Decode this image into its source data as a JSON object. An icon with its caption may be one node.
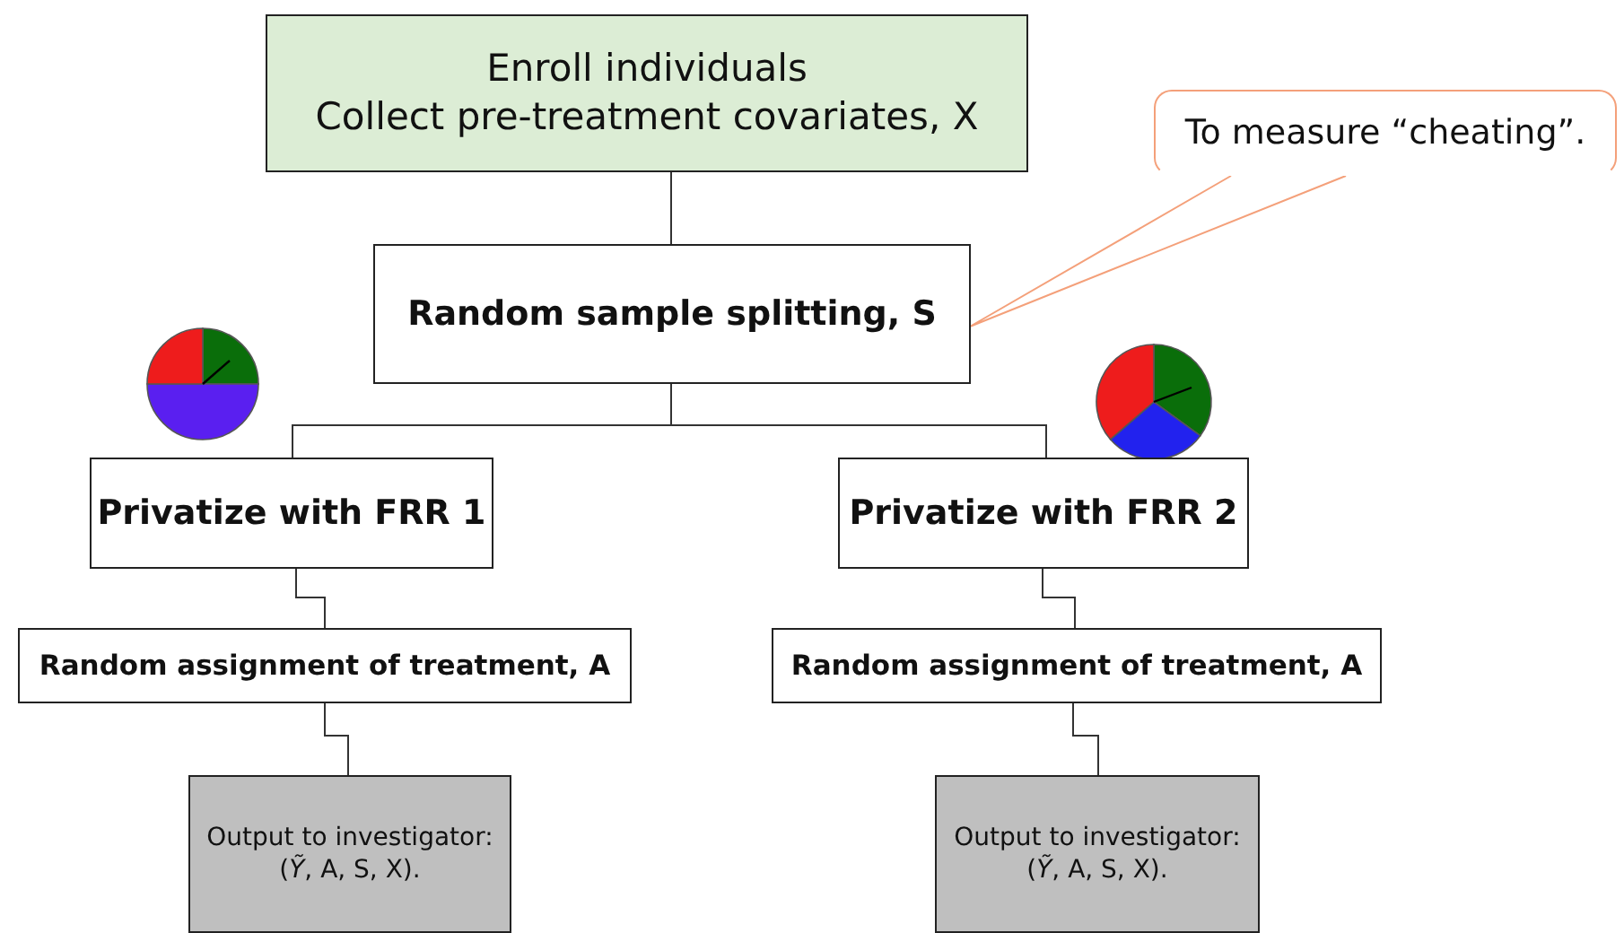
{
  "diagram": {
    "nodes": [
      {
        "text": [
          "Enroll individuals",
          "Collect pre-treatment covariates, X"
        ]
      },
      {
        "text": [
          "To measure “cheating”."
        ]
      },
      {
        "text": [
          "Random sample splitting, S"
        ]
      },
      {
        "text": [
          "Privatize with FRR 1"
        ]
      },
      {
        "text": [
          "Privatize with FRR 2"
        ]
      },
      {
        "text": [
          "Random assignment of treatment, A"
        ]
      },
      {
        "text": [
          "Random assignment of treatment, A"
        ]
      },
      {
        "text": [
          "Output to investigator:",
          "(*Ỹ*, A, S, X)."
        ]
      },
      {
        "text": [
          "Output to investigator:",
          "(*Ỹ*, A, S, X)."
        ]
      }
    ],
    "edges": [
      {
        "from": 0,
        "to": 2,
        "arrow": "none"
      },
      {
        "from": 1,
        "to": 2,
        "arrow": "none",
        "color": "#f4a07a"
      },
      {
        "from": 2,
        "to": 3,
        "arrow": "none"
      },
      {
        "from": 2,
        "to": 4,
        "arrow": "none"
      },
      {
        "from": 3,
        "to": 5,
        "arrow": "none"
      },
      {
        "from": 4,
        "to": 6,
        "arrow": "none"
      },
      {
        "from": 5,
        "to": 7,
        "arrow": "none"
      },
      {
        "from": 6,
        "to": 8,
        "arrow": "none"
      }
    ]
  }
}
